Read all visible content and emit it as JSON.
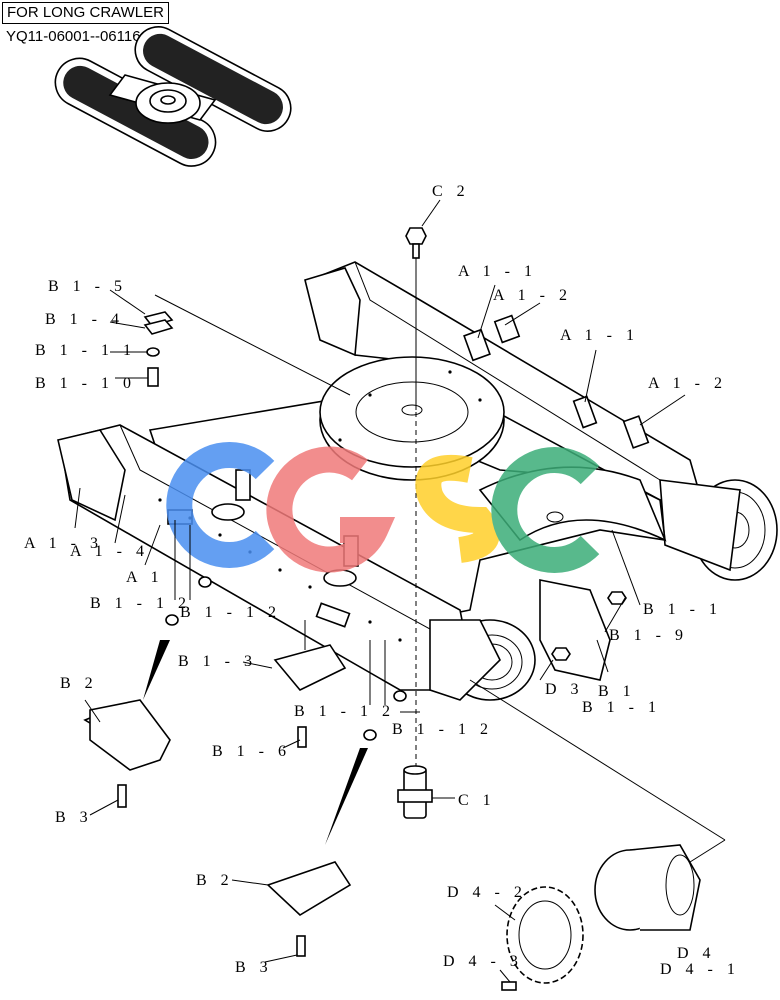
{
  "header": {
    "title": "FOR LONG CRAWLER",
    "serial_range": "YQ11-06001--06116"
  },
  "watermark": {
    "letters": [
      "C",
      "G",
      "S",
      "C"
    ],
    "colors": [
      "#4a8ff0",
      "#f07a7a",
      "#ffd02a",
      "#3cad78"
    ]
  },
  "labels": {
    "C2": "C 2",
    "A1_1a": "A 1 - 1",
    "A1_2a": "A 1 - 2",
    "A1_1b": "A 1 - 1",
    "A1_2b": "A 1 - 2",
    "B1_5": "B 1 - 5",
    "B1_4": "B 1 - 4",
    "B1_11": "B 1 - 1 1",
    "B1_10": "B 1 - 1 0",
    "A1_3": "A 1 - 3",
    "A1_4": "A 1 - 4",
    "A1": "A 1",
    "B1_12a": "B 1 - 1 2",
    "B1_12b": "B 1 - 1 2",
    "B1_3": "B 1 - 3",
    "B2a": "B 2",
    "B1_6": "B 1 - 6",
    "B3a": "B 3",
    "B1_12c": "B 1 - 1 2",
    "B1_12d": "B 1 - 1 2",
    "C1": "C 1",
    "B1_1a": "B 1 - 1",
    "B1_9": "B 1 - 9",
    "D3": "D 3",
    "B1": "B 1",
    "B1_1b": "B 1 - 1",
    "B2b": "B 2",
    "B3b": "B 3",
    "D4_2": "D 4 - 2",
    "D4_3": "D 4 - 3",
    "D4": "D 4",
    "D4_1": "D 4 - 1"
  }
}
